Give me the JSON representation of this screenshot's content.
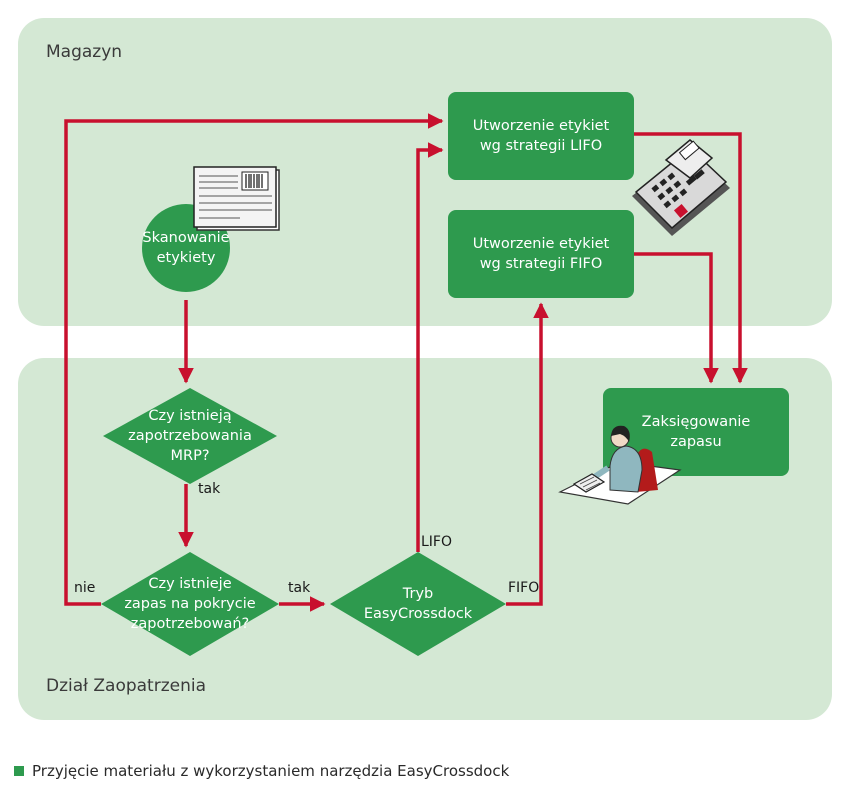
{
  "lanes": {
    "top_label": "Magazyn",
    "bottom_label": "Dział Zaopatrzenia"
  },
  "nodes": {
    "scan": [
      "Skanowanie",
      "etykiety"
    ],
    "mrp_question": [
      "Czy istnieją",
      "zapotrzebowania",
      "MRP?"
    ],
    "stock_question": [
      "Czy istnieje",
      "zapas na pokrycie",
      "zapotrzebowań?"
    ],
    "mode": [
      "Tryb",
      "EasyCrossdock"
    ],
    "lifo_labels": [
      "Utworzenie etykiet",
      "wg strategii LIFO"
    ],
    "fifo_labels": [
      "Utworzenie etykiet",
      "wg strategii FIFO"
    ],
    "posting": [
      "Zaksięgowanie",
      "zapasu"
    ]
  },
  "edge_labels": {
    "mrp_yes": "tak",
    "stock_yes": "tak",
    "stock_no": "nie",
    "lifo": "LIFO",
    "fifo": "FIFO"
  },
  "caption": "Przyjęcie materiału z wykorzystaniem narzędzia EasyCrossdock",
  "colors": {
    "lane_bg": "#d4e8d4",
    "node_green": "#2e9a4e",
    "arrow_red": "#c8102e",
    "caption_bullet": "#2e9a4e"
  },
  "icons": [
    "document-icon",
    "cash-register-icon",
    "office-worker-icon"
  ]
}
